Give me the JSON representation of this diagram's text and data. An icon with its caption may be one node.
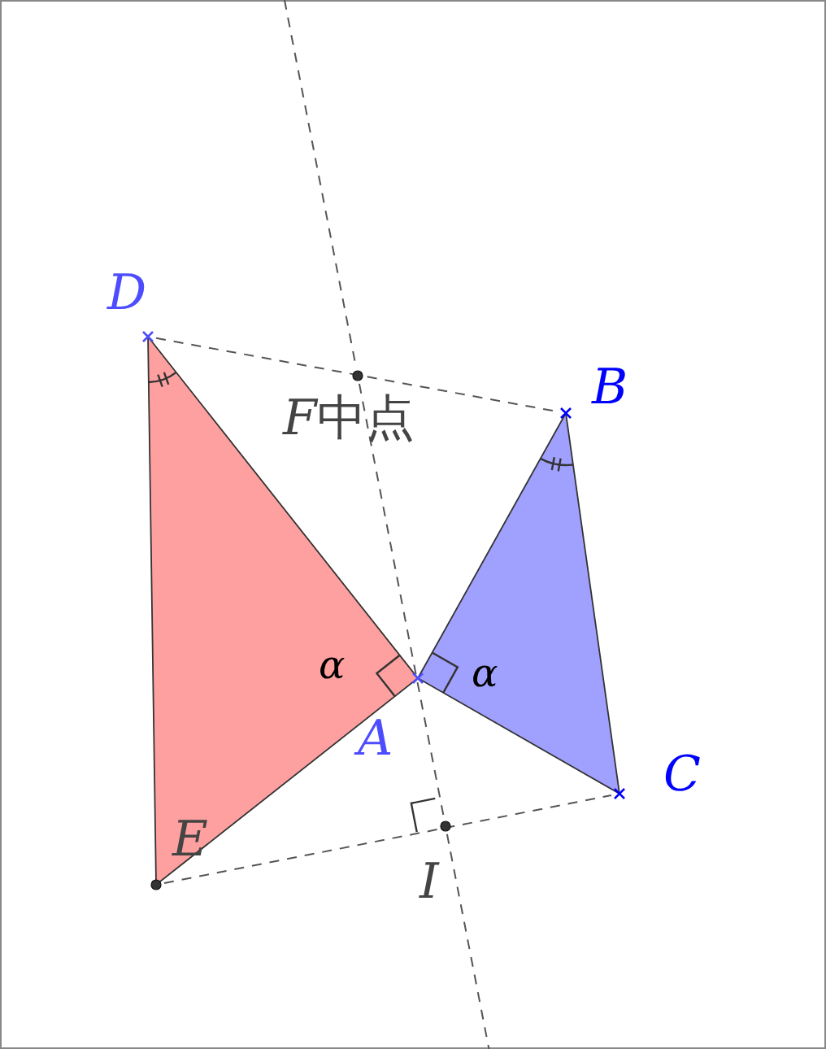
{
  "diagram": {
    "nodes": [
      {
        "text": [],
        "shape": "cross",
        "beside": [
          "D"
        ]
      },
      {
        "text": [],
        "shape": "circle",
        "beside": [
          "F中点"
        ]
      },
      {
        "text": [],
        "shape": "cross",
        "beside": [
          "B"
        ]
      },
      {
        "text": [],
        "shape": "cross",
        "beside": [
          "A"
        ]
      },
      {
        "text": [],
        "shape": "cross",
        "beside": [
          "C"
        ]
      },
      {
        "text": [],
        "shape": "circle",
        "beside": [
          "E"
        ]
      },
      {
        "text": [],
        "shape": "circle",
        "beside": [
          "I"
        ]
      }
    ],
    "edges": [
      {
        "from": 0,
        "to": 2,
        "arrow": "none",
        "style": "dashed"
      },
      {
        "from": 5,
        "to": 4,
        "arrow": "none",
        "style": "dashed"
      },
      {
        "from": 1,
        "to": 6,
        "arrow": "none",
        "style": "dashed"
      }
    ],
    "labels": [
      "α",
      "α"
    ]
  }
}
